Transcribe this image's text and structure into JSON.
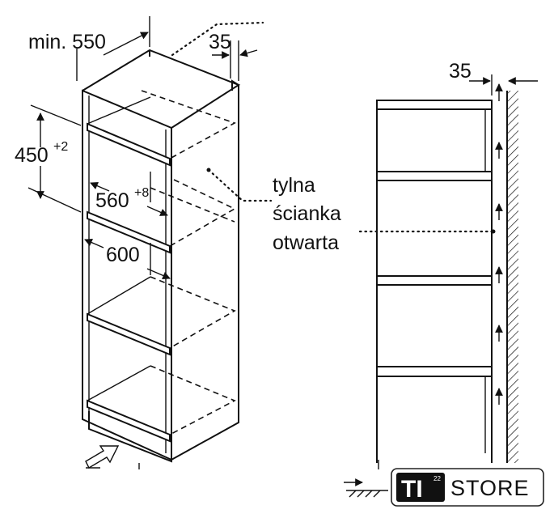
{
  "dimensions": {
    "depth_label": "min. 550",
    "gap_label": "35",
    "height_value": "450",
    "height_tolerance": "+2",
    "width_inner_value": "560",
    "width_inner_tolerance": "+8",
    "width_outer_label": "600",
    "side_gap_label": "35"
  },
  "annotation": {
    "line1": "tylna",
    "line2": "ścianka",
    "line3": "otwarta"
  },
  "logo": {
    "mark": "TI",
    "mark_superscript": "22",
    "name": "STORE"
  },
  "icons": {
    "airflow": "up-arrow-icon",
    "inlet": "inlet-arrow-icon",
    "floor": "floor-hatch-icon"
  }
}
